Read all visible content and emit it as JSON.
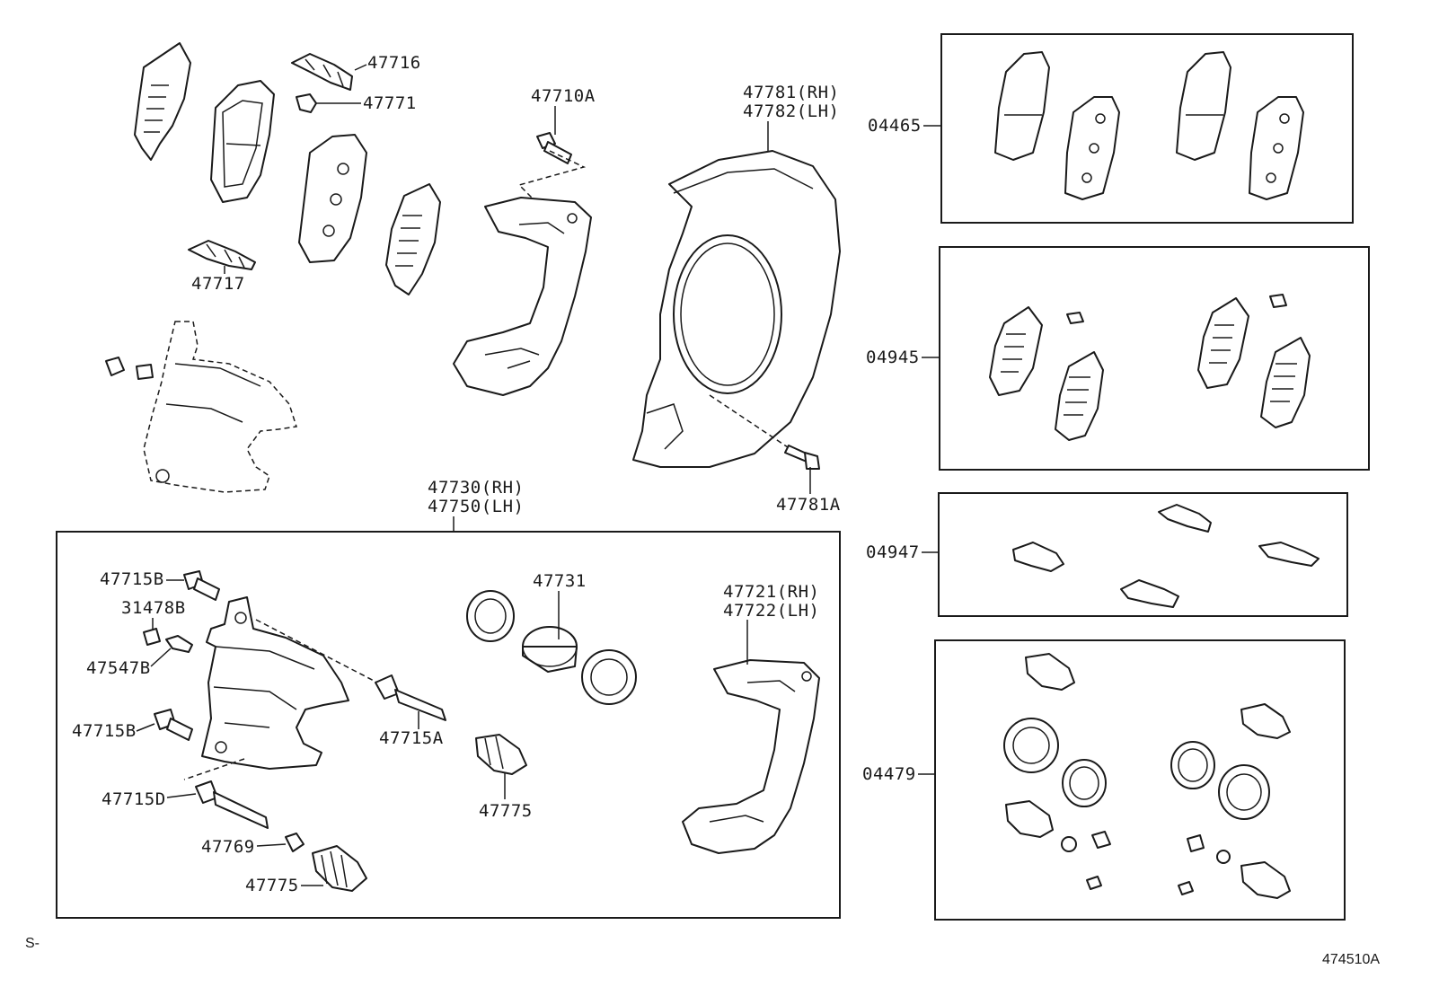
{
  "labels": {
    "p47716": "47716",
    "p47771": "47771",
    "p47717": "47717",
    "p47710A": "47710A",
    "p47781_rh": "47781(RH)",
    "p47782_lh": "47782(LH)",
    "p47781A": "47781A",
    "p47730_rh": "47730(RH)",
    "p47750_lh": "47750(LH)",
    "p47715B_top": "47715B",
    "p31478B": "31478B",
    "p47547B": "47547B",
    "p47715B_mid": "47715B",
    "p47715D": "47715D",
    "p47769": "47769",
    "p47775_bottom": "47775",
    "p47715A": "47715A",
    "p47731": "47731",
    "p47775_center": "47775",
    "p47721_rh": "47721(RH)",
    "p47722_lh": "47722(LH)",
    "p04465": "04465",
    "p04945": "04945",
    "p04947": "04947",
    "p04479": "04479"
  },
  "footer": {
    "left_mark": "S-",
    "diagram_code": "474510A"
  },
  "parts": {
    "pad_support_plate": "anti-squeal-shim-icon",
    "brake_pad": "brake-pad-icon",
    "caliper_body": "caliper-icon",
    "mounting_bracket": "caliper-bracket-icon",
    "dust_shield": "dust-shield-icon",
    "piston": "piston-icon",
    "seal_ring": "seal-ring-icon",
    "boot": "boot-icon",
    "slide_pin": "slide-pin-icon",
    "bolt": "bolt-icon"
  }
}
